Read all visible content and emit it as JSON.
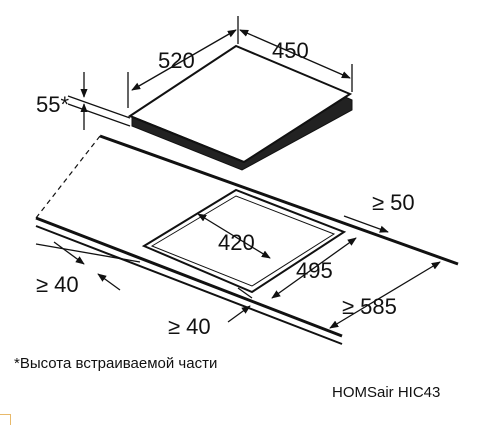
{
  "dimensions": {
    "hob_depth": "520",
    "hob_width": "450",
    "built_in_height": "55*",
    "cutout_depth": "420",
    "cutout_width": "495",
    "min_back_clearance": "≥ 50",
    "min_side_clearance": "≥ 40",
    "min_front_clearance": "≥ 40",
    "min_worktop_depth": "≥ 585"
  },
  "footnote": "*Высота встраиваемой части",
  "model": "HOMSair HIC43",
  "colors": {
    "line": "#111111",
    "hob_top": "#ffffff",
    "hob_shadow": "#222222"
  }
}
